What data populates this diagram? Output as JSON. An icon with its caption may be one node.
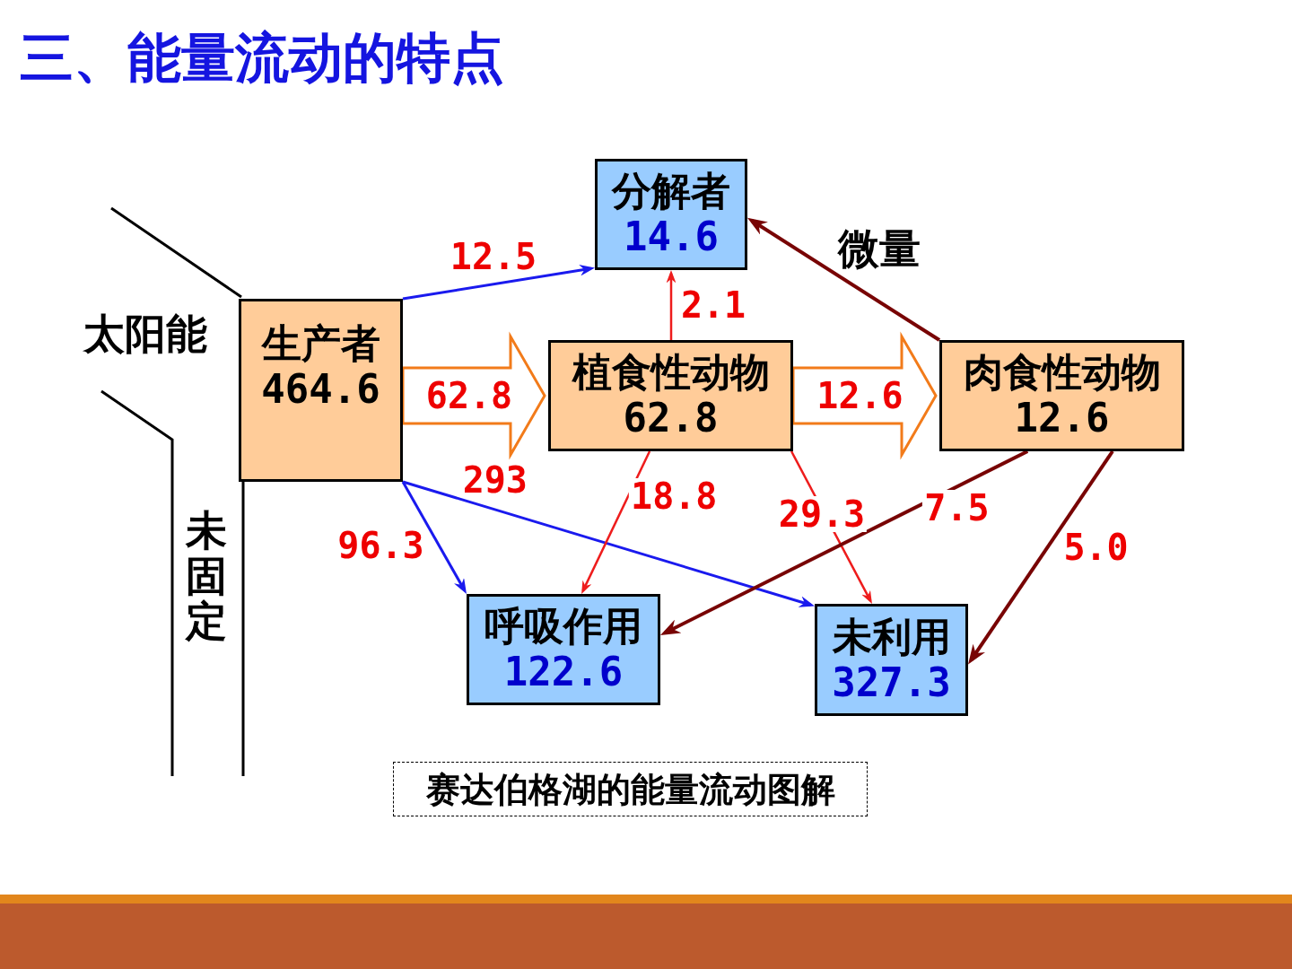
{
  "diagram": {
    "title": "三、能量流动的特点",
    "nodes": [
      {
        "text": [
          "生产者",
          "464.6"
        ]
      },
      {
        "text": [
          "分解者",
          "14.6"
        ]
      },
      {
        "text": [
          "植食性动物",
          "62.8"
        ]
      },
      {
        "text": [
          "肉食性动物",
          "12.6"
        ]
      },
      {
        "text": [
          "呼吸作用",
          "122.6"
        ]
      },
      {
        "text": [
          "未利用",
          "327.3"
        ]
      }
    ],
    "edges": [
      {
        "from": 0,
        "to": 1,
        "arrow": "to",
        "label": "12.5",
        "color": "#1a1aee"
      },
      {
        "from": 0,
        "to": 2,
        "arrow": "to",
        "label": "62.8",
        "style": "thick",
        "color": "#f27b1a"
      },
      {
        "from": 2,
        "to": 3,
        "arrow": "to",
        "label": "12.6",
        "style": "thick",
        "color": "#f27b1a"
      },
      {
        "from": 0,
        "to": 4,
        "arrow": "to",
        "label": "96.3",
        "color": "#1a1aee"
      },
      {
        "from": 0,
        "to": 5,
        "arrow": "to",
        "label": "293",
        "color": "#1a1aee"
      },
      {
        "from": 2,
        "to": 1,
        "arrow": "to",
        "label": "2.1",
        "color": "#ee1c1c"
      },
      {
        "from": 2,
        "to": 4,
        "arrow": "to",
        "label": "18.8",
        "color": "#ee1c1c"
      },
      {
        "from": 2,
        "to": 5,
        "arrow": "to",
        "label": "29.3",
        "color": "#ee1c1c"
      },
      {
        "from": 3,
        "to": 1,
        "arrow": "to",
        "label": "微量",
        "color": "#780404"
      },
      {
        "from": 3,
        "to": 4,
        "arrow": "to",
        "label": "7.5",
        "color": "#780404"
      },
      {
        "from": 3,
        "to": 5,
        "arrow": "to",
        "label": "5.0",
        "color": "#780404"
      }
    ],
    "labels": [
      "太阳能",
      "未固定"
    ],
    "caption": "赛达伯格湖的能量流动图解"
  }
}
